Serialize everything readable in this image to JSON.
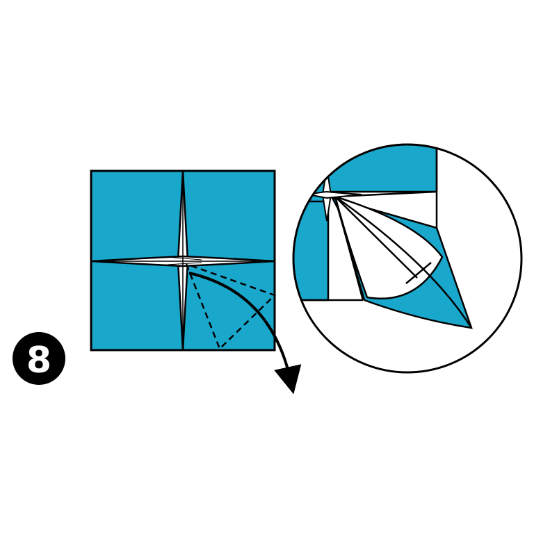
{
  "step": {
    "number": "8"
  },
  "colors": {
    "paper": "#1aa7cc",
    "outline": "#000000",
    "background": "#ffffff"
  },
  "figures": [
    {
      "id": "folded-square",
      "description_kind": "square paper with center crease star"
    },
    {
      "id": "zoom-detail",
      "description_kind": "circular magnified view of folded corner"
    }
  ],
  "annotations": {
    "fold_arrow": "curved-arrow",
    "fold_guide": "dashed-lines"
  }
}
